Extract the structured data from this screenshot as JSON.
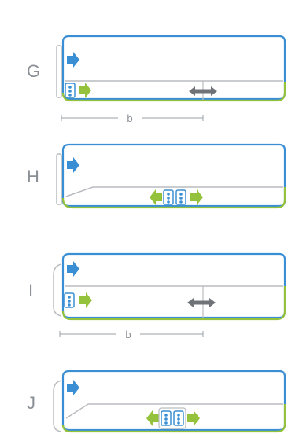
{
  "colors": {
    "blue": "#3a8fd4",
    "green": "#94c23d",
    "gray": "#6f7378",
    "panel_line": "#b9bcbf",
    "label": "#8a8f96"
  },
  "diagrams": [
    {
      "label": "G",
      "dimension_label": "b"
    },
    {
      "label": "H"
    },
    {
      "label": "I",
      "dimension_label": "b"
    },
    {
      "label": "J"
    }
  ]
}
